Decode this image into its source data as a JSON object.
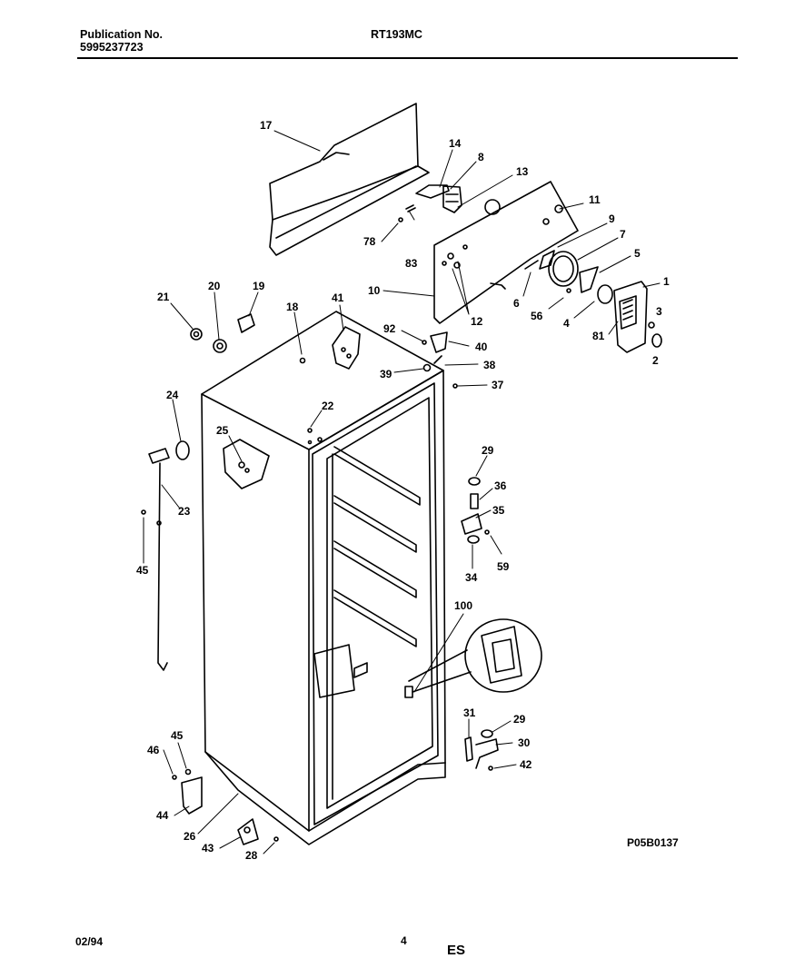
{
  "header": {
    "publication_label": "Publication No.",
    "publication_number": "5995237723",
    "model": "RT193MC"
  },
  "diagram": {
    "drawing_code": "P05B0137",
    "part_labels": [
      {
        "id": "17",
        "text": "17"
      },
      {
        "id": "14",
        "text": "14"
      },
      {
        "id": "8a",
        "text": "8"
      },
      {
        "id": "13",
        "text": "13"
      },
      {
        "id": "11",
        "text": "11"
      },
      {
        "id": "9",
        "text": "9"
      },
      {
        "id": "7",
        "text": "7"
      },
      {
        "id": "5",
        "text": "5"
      },
      {
        "id": "1",
        "text": "1"
      },
      {
        "id": "3",
        "text": "3"
      },
      {
        "id": "2",
        "text": "2"
      },
      {
        "id": "81",
        "text": "81"
      },
      {
        "id": "4",
        "text": "4"
      },
      {
        "id": "56",
        "text": "56"
      },
      {
        "id": "6",
        "text": "6"
      },
      {
        "id": "12",
        "text": "12"
      },
      {
        "id": "10",
        "text": "10"
      },
      {
        "id": "83",
        "text": "83"
      },
      {
        "id": "78",
        "text": "78"
      },
      {
        "id": "21",
        "text": "21"
      },
      {
        "id": "20",
        "text": "20"
      },
      {
        "id": "19",
        "text": "19"
      },
      {
        "id": "18",
        "text": "18"
      },
      {
        "id": "41",
        "text": "41"
      },
      {
        "id": "92",
        "text": "92"
      },
      {
        "id": "40",
        "text": "40"
      },
      {
        "id": "38",
        "text": "38"
      },
      {
        "id": "39",
        "text": "39"
      },
      {
        "id": "37",
        "text": "37"
      },
      {
        "id": "22",
        "text": "22"
      },
      {
        "id": "24",
        "text": "24"
      },
      {
        "id": "25",
        "text": "25"
      },
      {
        "id": "23",
        "text": "23"
      },
      {
        "id": "45a",
        "text": "45"
      },
      {
        "id": "29a",
        "text": "29"
      },
      {
        "id": "36",
        "text": "36"
      },
      {
        "id": "35",
        "text": "35"
      },
      {
        "id": "59",
        "text": "59"
      },
      {
        "id": "34",
        "text": "34"
      },
      {
        "id": "100",
        "text": "100"
      },
      {
        "id": "31",
        "text": "31"
      },
      {
        "id": "29b",
        "text": "29"
      },
      {
        "id": "30",
        "text": "30"
      },
      {
        "id": "42",
        "text": "42"
      },
      {
        "id": "45b",
        "text": "45"
      },
      {
        "id": "46",
        "text": "46"
      },
      {
        "id": "44",
        "text": "44"
      },
      {
        "id": "26",
        "text": "26"
      },
      {
        "id": "43",
        "text": "43"
      },
      {
        "id": "28",
        "text": "28"
      }
    ]
  },
  "footer": {
    "date": "02/94",
    "page": "4",
    "section": "ES"
  }
}
